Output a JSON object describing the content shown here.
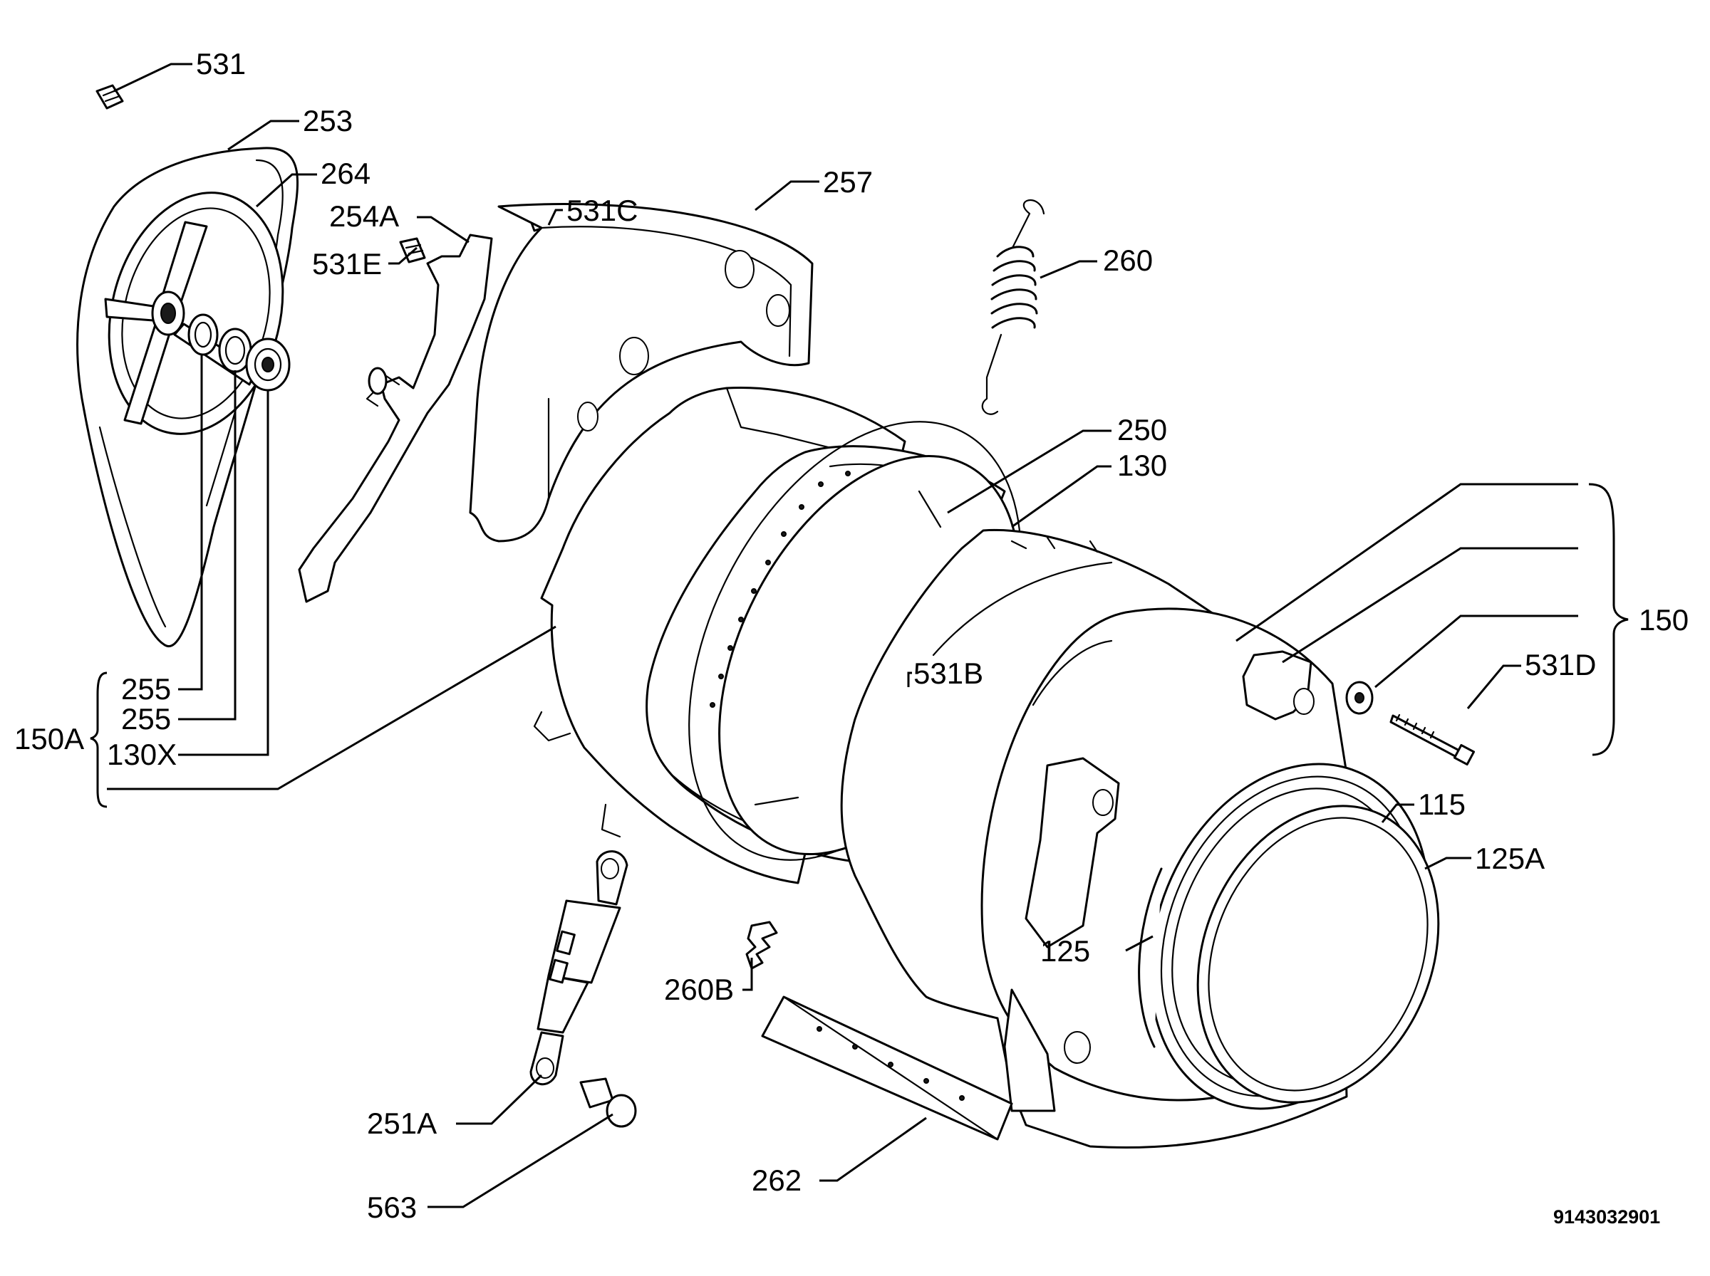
{
  "labels": {
    "l531": "531",
    "l253": "253",
    "l264": "264",
    "l254A": "254A",
    "l531E": "531E",
    "l531C": "531C",
    "l257": "257",
    "l260": "260",
    "l250": "250",
    "l130": "130",
    "l150": "150",
    "l531D": "531D",
    "l531B": "531B",
    "l255a": "255",
    "l255b": "255",
    "l150A": "150A",
    "l130X": "130X",
    "l115": "115",
    "l125A": "125A",
    "l125": "125",
    "l260B": "260B",
    "l251A": "251A",
    "l563": "563",
    "l262": "262"
  },
  "document_id": "9143032901",
  "colors": {
    "ink": "#000000",
    "paper": "#ffffff"
  }
}
